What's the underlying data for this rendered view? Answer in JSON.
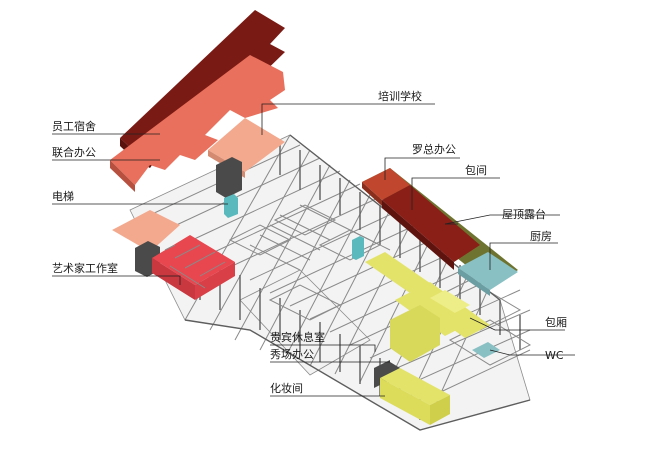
{
  "labels": {
    "staff_dorm": "员工宿舍",
    "joint_office": "联合办公",
    "elevator": "电梯",
    "artist_studio": "艺术家工作室",
    "training_school": "培训学校",
    "director_luo_office": "罗总办公",
    "private_room": "包间",
    "roof_terrace": "屋顶露台",
    "kitchen": "厨房",
    "box_room": "包厢",
    "wc": "WC",
    "vip_lounge": "贵宾休息室",
    "show_office": "秀场办公",
    "dressing_room": "化妆间"
  },
  "colors": {
    "dorm": "#7a1a14",
    "joint_office": "#e8705c",
    "training": "#f3a98e",
    "elevator": "#5ab9bc",
    "artist": "#e8474f",
    "luo_office": "#c0472e",
    "private_room": "#8a1f18",
    "terrace": "#6e7430",
    "kitchen": "#89c0c4",
    "yellow": "#e3e36a",
    "dark": "#4a4a4a"
  }
}
